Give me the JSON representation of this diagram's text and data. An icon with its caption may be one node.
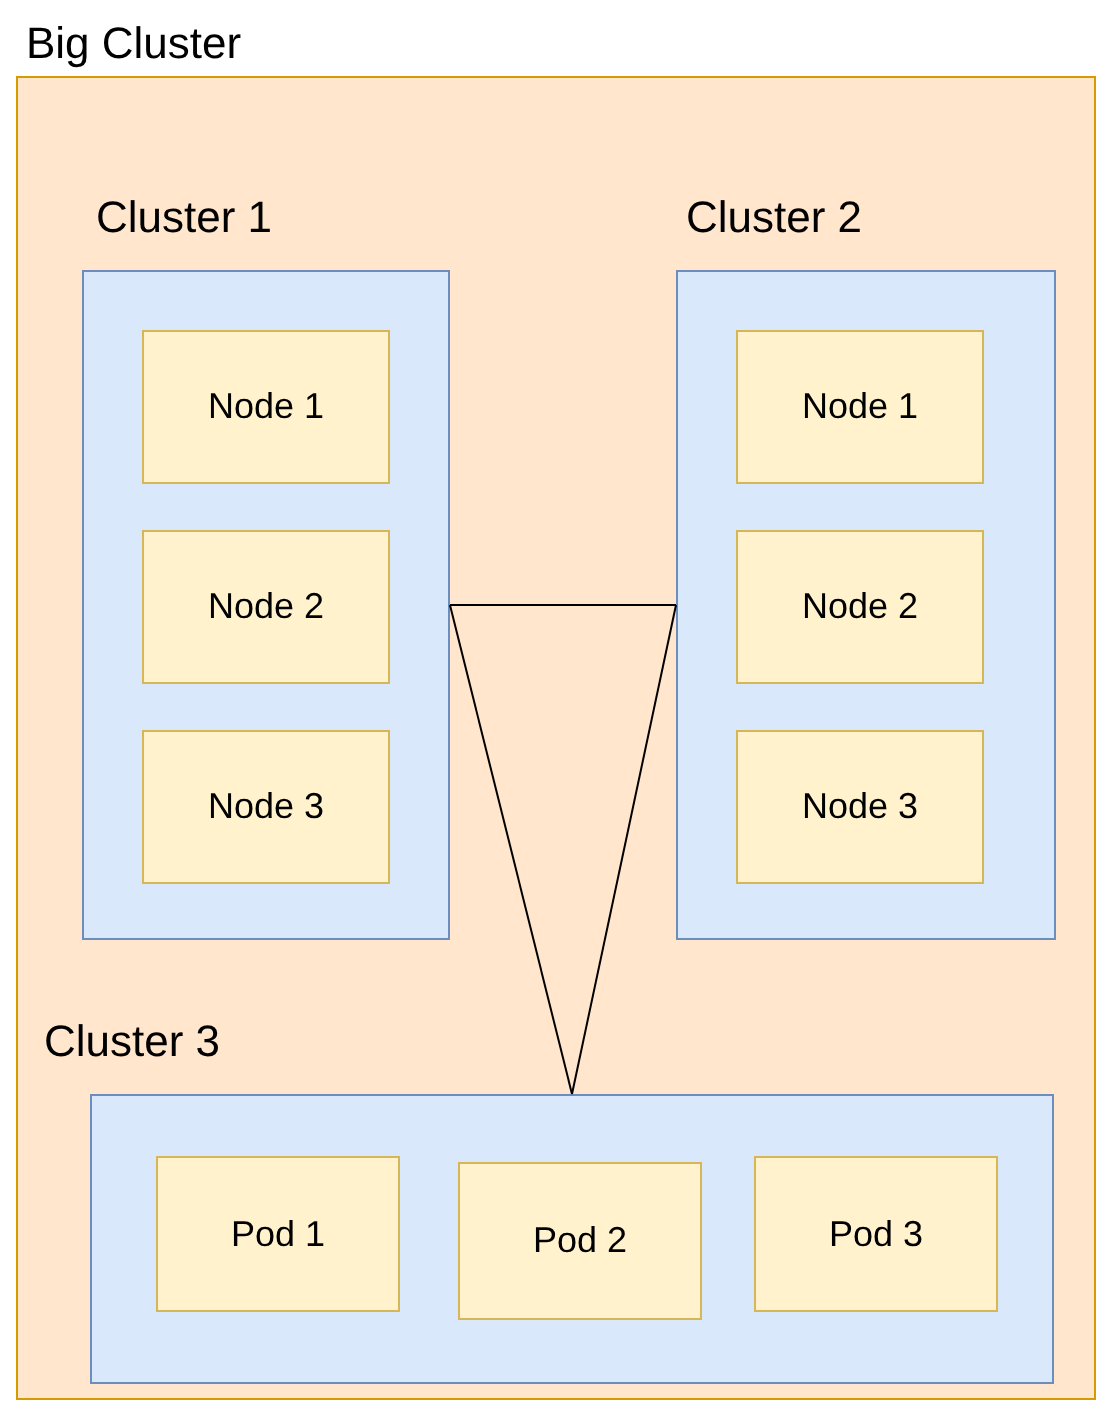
{
  "diagram": {
    "nodes": [
      {
        "text": [
          "Big Cluster"
        ]
      },
      {
        "text": [
          "Cluster 1"
        ],
        "in": 0
      },
      {
        "text": [
          "Node 1"
        ],
        "in": 1
      },
      {
        "text": [
          "Node 2"
        ],
        "in": 1
      },
      {
        "text": [
          "Node 3"
        ],
        "in": 1
      },
      {
        "text": [
          "Cluster 2"
        ],
        "in": 0
      },
      {
        "text": [
          "Node 1"
        ],
        "in": 5
      },
      {
        "text": [
          "Node 2"
        ],
        "in": 5
      },
      {
        "text": [
          "Node 3"
        ],
        "in": 5
      },
      {
        "text": [
          "Cluster 3"
        ],
        "in": 0
      },
      {
        "text": [
          "Pod 1"
        ],
        "in": 9
      },
      {
        "text": [
          "Pod 2"
        ],
        "in": 9
      },
      {
        "text": [
          "Pod 3"
        ],
        "in": 9
      }
    ],
    "edges": [
      {
        "from": 1,
        "to": 5,
        "arrow": "none"
      },
      {
        "from": 1,
        "to": 9,
        "arrow": "none"
      },
      {
        "from": 5,
        "to": 9,
        "arrow": "none"
      }
    ]
  }
}
